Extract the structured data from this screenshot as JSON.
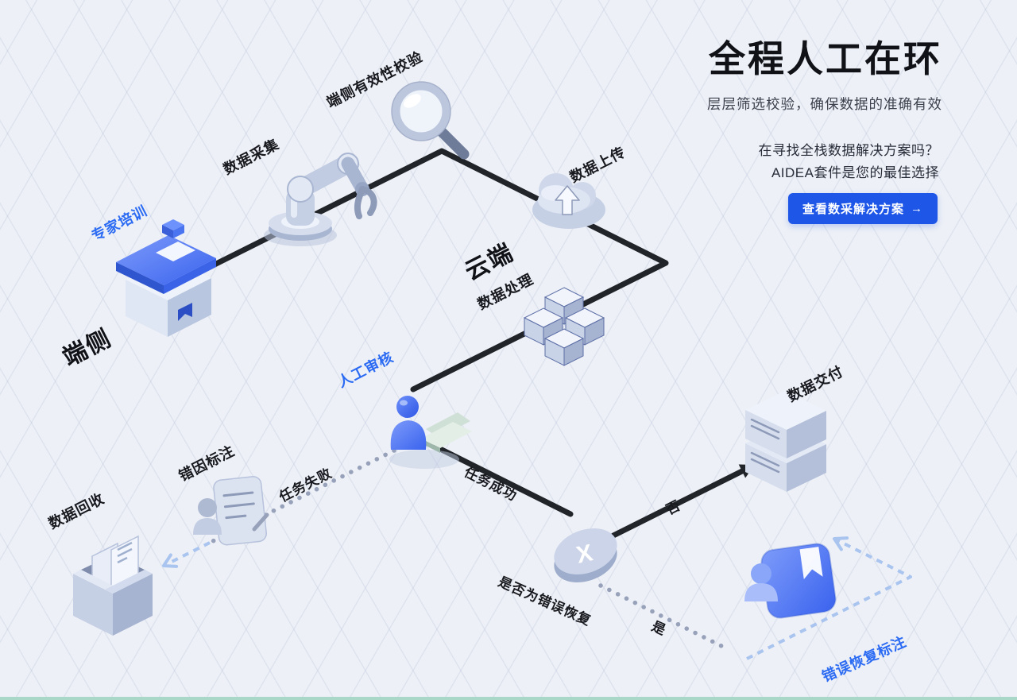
{
  "header": {
    "title": "全程人工在环",
    "subtitle": "层层筛选校验，确保数据的准确有效",
    "promo": [
      "在寻找全栈数据解决方案吗？",
      "AIDEA套件是您的最佳选择"
    ],
    "cta": {
      "label": "查看数采解决方案",
      "arrow": "→"
    }
  },
  "labels": {
    "expert_training": "专家培训",
    "edge": "端侧",
    "data_collection": "数据采集",
    "edge_validation": "端侧有效性校验",
    "cloud": "云端",
    "data_upload": "数据上传",
    "data_processing": "数据处理",
    "human_review": "人工审核",
    "task_failed": "任务失败",
    "task_success": "任务成功",
    "error_cause_annotation": "错因标注",
    "data_recycle": "数据回收",
    "data_delivery": "数据交付",
    "decision_question": "是否为错误恢复",
    "no": "否",
    "yes": "是",
    "error_recovery_annotation": "错误恢复标注",
    "decision_x": "X"
  },
  "colors": {
    "accent_blue": "#2b6bf3",
    "cta_blue": "#1e56e8",
    "label_dark": "#17191f",
    "flow_line": "#212429",
    "dotted_gray": "#97a2ba",
    "dashed_blue": "#a9c4ef",
    "steel_light": "#dfe6f4",
    "steel_mid": "#c6d0e5",
    "steel_dark": "#a6b3d1",
    "bottom_divider": "#a9d8c8"
  }
}
